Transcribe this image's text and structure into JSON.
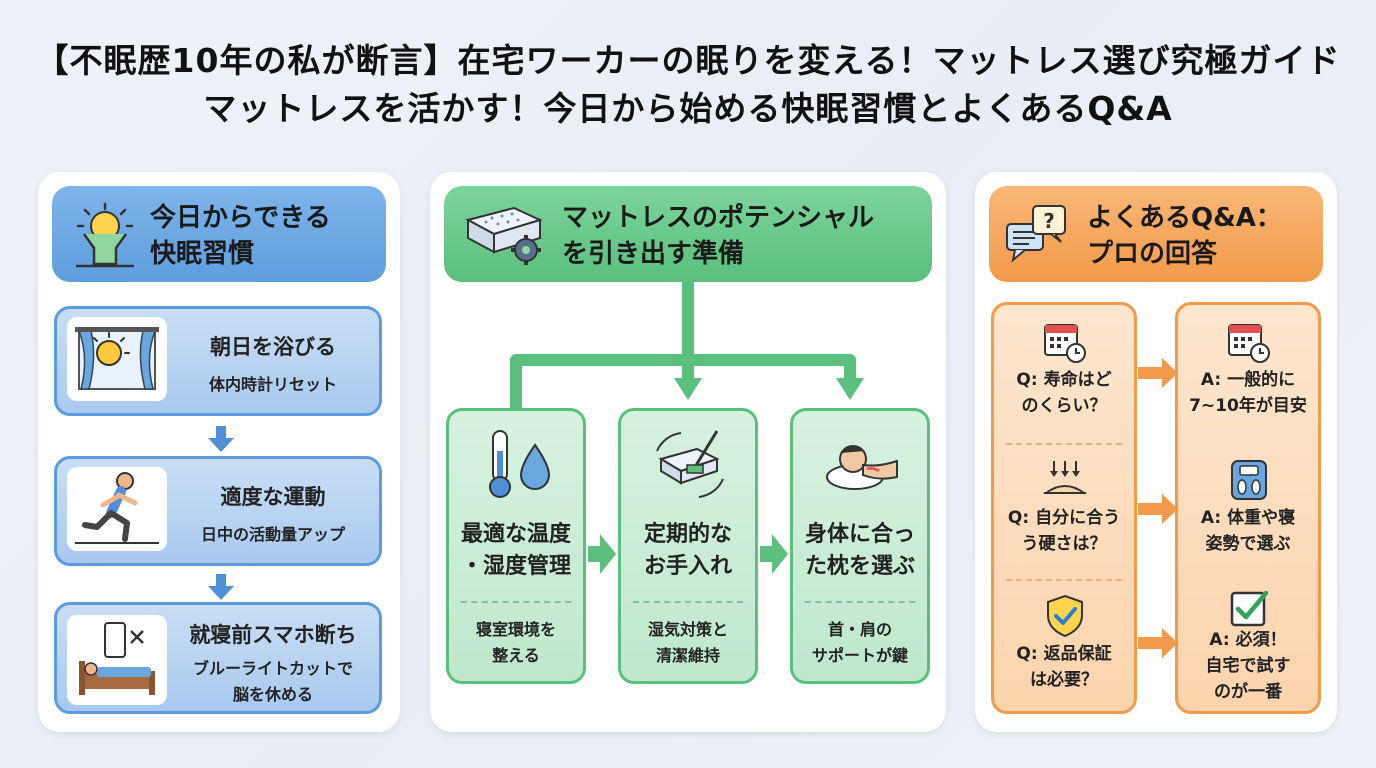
{
  "title": {
    "line1": "【不眠歴10年の私が断言】在宅ワーカーの眠りを変える！マットレス選び究極ガイド",
    "line2": "マットレスを活かす！今日から始める快眠習慣とよくあるQ&A"
  },
  "colors": {
    "blue": "#5f9ede",
    "green": "#5bbf7e",
    "orange": "#f29a4a"
  },
  "habits": {
    "header": {
      "line1": "今日からできる",
      "line2": "快眠習慣",
      "icon": "sunrise-person-icon"
    },
    "items": [
      {
        "title": "朝日を浴びる",
        "sub1": "体内時計リセット",
        "sub2": "",
        "icon": "sun-window-icon"
      },
      {
        "title": "適度な運動",
        "sub1": "日中の活動量アップ",
        "sub2": "",
        "icon": "running-person-icon"
      },
      {
        "title": "就寝前スマホ断ち",
        "sub1": "ブルーライトカットで",
        "sub2": "脳を休める",
        "icon": "phone-bed-icon"
      }
    ]
  },
  "prep": {
    "header": {
      "line1": "マットレスのポテンシャル",
      "line2": "を引き出す準備",
      "icon": "mattress-gear-icon"
    },
    "items": [
      {
        "title1": "最適な温度",
        "title2": "・湿度管理",
        "sub1": "寝室環境を",
        "sub2": "整える",
        "icon": "thermometer-drop-icon"
      },
      {
        "title1": "定期的な",
        "title2": "お手入れ",
        "sub1": "湿気対策と",
        "sub2": "清潔維持",
        "icon": "mattress-cleaning-icon"
      },
      {
        "title1": "身体に合っ",
        "title2": "た枕を選ぶ",
        "sub1": "首・肩の",
        "sub2": "サポートが鍵",
        "icon": "pillow-sleeper-icon"
      }
    ]
  },
  "qa": {
    "header": {
      "line1": "よくあるQ&A：",
      "line2": "プロの回答",
      "icon": "chat-bubbles-icon"
    },
    "questions": [
      {
        "l1": "Q: 寿命はど",
        "l2": "のくらい？",
        "icon": "calendar-clock-icon"
      },
      {
        "l1": "Q: 自分に合う",
        "l2": "う硬さは？",
        "icon": "firmness-icon"
      },
      {
        "l1": "Q: 返品保証",
        "l2": "は必要？",
        "icon": "shield-check-icon"
      }
    ],
    "answers": [
      {
        "l1": "A: 一般的に",
        "l2": "7~10年が目安",
        "l3": "",
        "icon": "calendar-clock-icon"
      },
      {
        "l1": "A: 体重や寝",
        "l2": "姿勢で選ぶ",
        "l3": "",
        "icon": "scale-icon"
      },
      {
        "l1": "A: 必須！",
        "l2": "自宅で試す",
        "l3": "のが一番",
        "icon": "checkbox-icon"
      }
    ]
  }
}
